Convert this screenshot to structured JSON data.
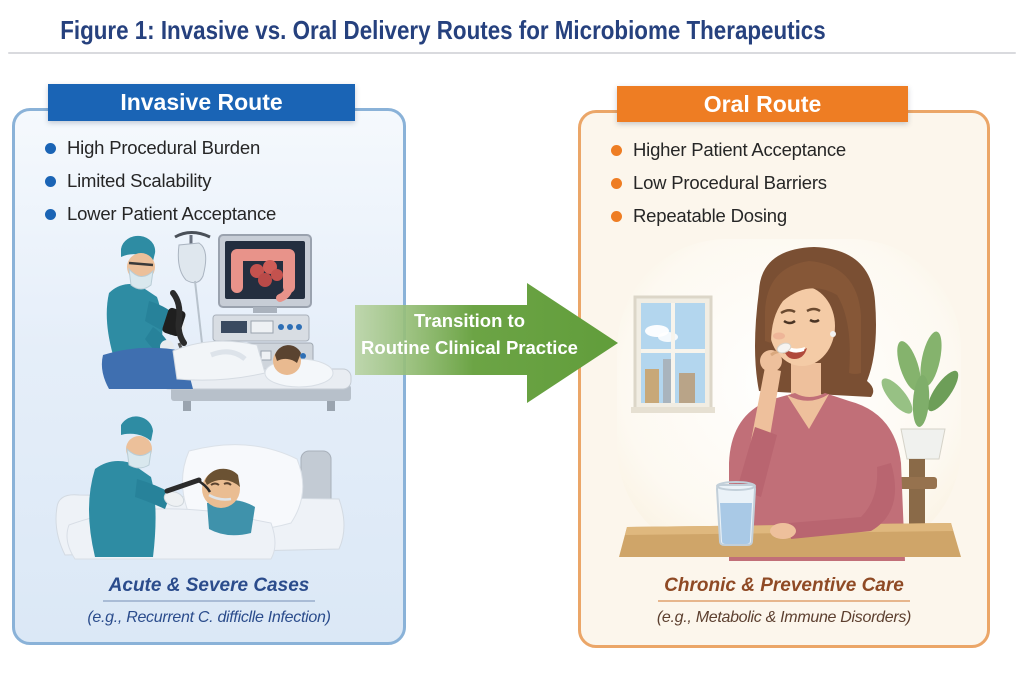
{
  "title": "Figure 1: Invasive vs. Oral Delivery Routes for Microbiome Therapeutics",
  "left_panel": {
    "header": "Invasive Route",
    "bullets": [
      "High Procedural Burden",
      "Limited Scalability",
      "Lower Patient Acceptance"
    ],
    "caption_title": "Acute & Severe Cases",
    "caption_subtitle": "(e.g., Recurrent C. difficlle Infection)",
    "accent_color": "#1a64b5"
  },
  "arrow": {
    "label_line1": "Transition to",
    "label_line2": "Routine Clinical Practice",
    "color": "#67a23f"
  },
  "right_panel": {
    "header": "Oral Route",
    "bullets": [
      "Higher Patient Acceptance",
      "Low Procedural Barriers",
      "Repeatable Dosing"
    ],
    "caption_title": "Chronic & Preventive Care",
    "caption_subtitle": "(e.g., Metabolic & Immune Disorders)",
    "accent_color": "#ee7d23"
  },
  "illustrations": {
    "left_top": "endoscopy-procedure-illustration",
    "left_bottom": "nasogastric-tube-procedure-illustration",
    "right": "woman-taking-pill-illustration"
  },
  "colors": {
    "title_blue": "#26417e",
    "left_panel_border": "#8ab2d8",
    "right_panel_border": "#eba668",
    "right_panel_background": "#fcf6ec"
  }
}
